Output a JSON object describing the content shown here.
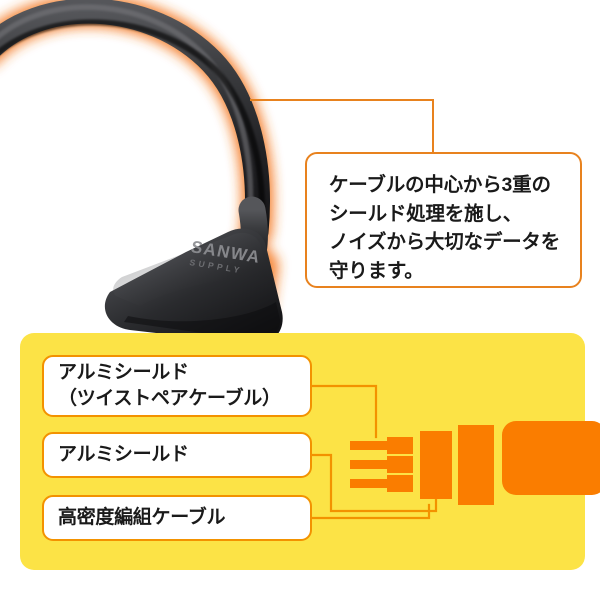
{
  "brand": {
    "logo_primary": "SANWA",
    "logo_secondary": "SUPPLY"
  },
  "callout": {
    "text": "ケーブルの中心から3重の\nシールド処理を施し、\nノイズから大切なデータを\n守ります。"
  },
  "diagram": {
    "panel_background": "#FCE346",
    "accent": "#FA7D00",
    "border": "#F39200",
    "labels": [
      {
        "text": "アルミシールド\n（ツイストペアケーブル）"
      },
      {
        "text": "アルミシールド"
      },
      {
        "text": "高密度編組ケーブル"
      }
    ]
  },
  "colors": {
    "yellow": "#FCE346",
    "orange": "#FA7D00",
    "orange_border": "#F39200",
    "callout_border": "#E8821E",
    "cable_black": "#2b2b2d",
    "glow": "#F5873A",
    "text": "#1a1a1a"
  }
}
